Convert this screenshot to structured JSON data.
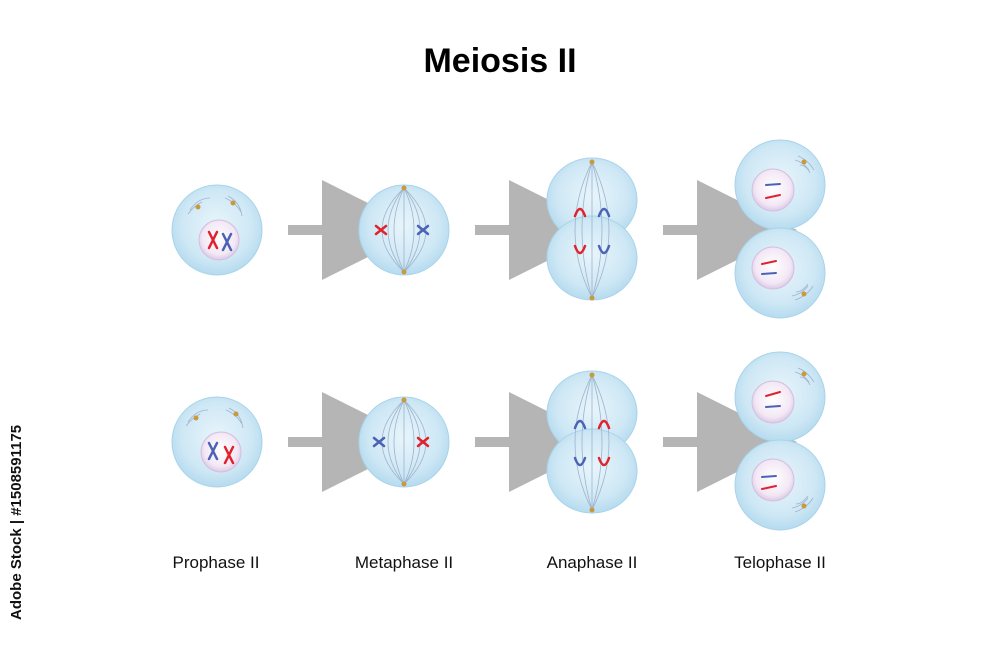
{
  "title": "Meiosis II",
  "phases": [
    {
      "label": "Prophase II"
    },
    {
      "label": "Metaphase II"
    },
    {
      "label": "Anaphase II"
    },
    {
      "label": "Telophase II"
    }
  ],
  "side_text": "Adobe Stock | #1508591175",
  "colors": {
    "cell": "#cfe8f5",
    "cell_edge": "#a9d3ea",
    "nucleus": "#efe4f2",
    "chrom_red": "#e0222e",
    "chrom_blue": "#4b63b5",
    "spindle": "#9fb3cc",
    "centrosome": "#c89a3c",
    "arrow": "#b5b5b5"
  },
  "icons": [
    "arrow-right-icon"
  ]
}
